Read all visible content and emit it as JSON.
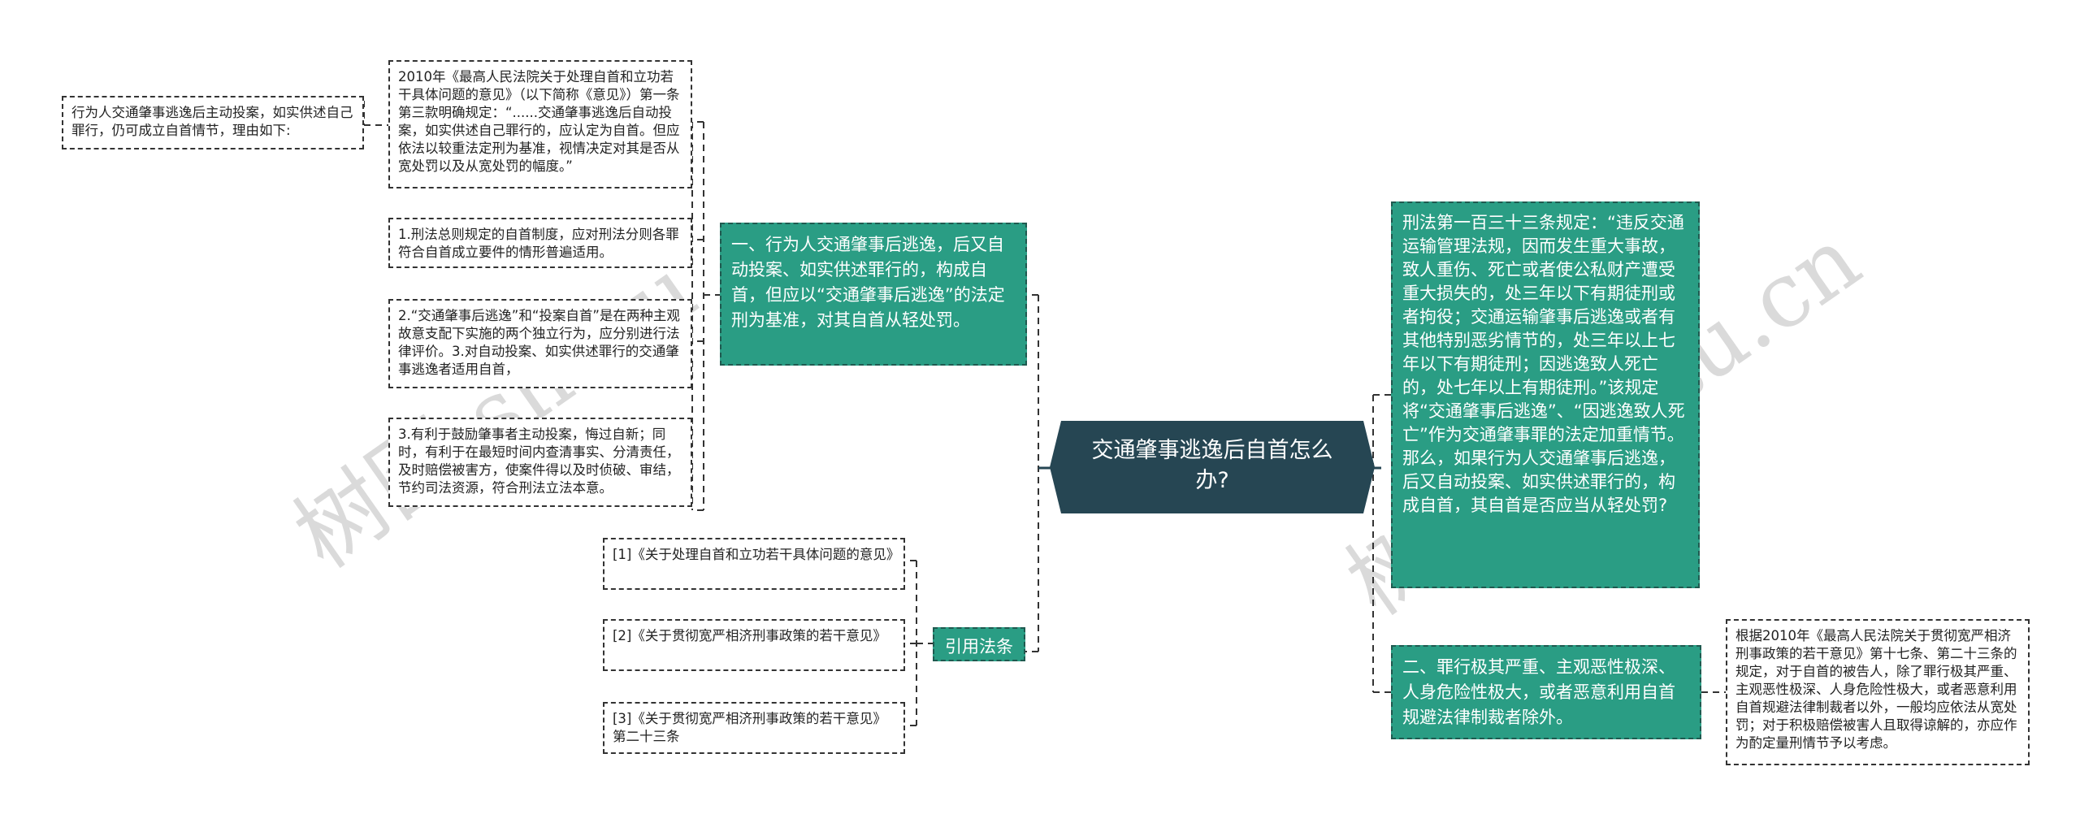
{
  "colors": {
    "root_bg": "#264653",
    "branch_bg": "#2a9d84",
    "branch_border": "#1f5a50",
    "leaf_border": "#333333",
    "line": "#333333"
  },
  "root": {
    "title": "交通肇事逃逸后自首怎么办?"
  },
  "left": {
    "branch1": {
      "text": "一、行为人交通肇事后逃逸，后又自动投案、如实供述罪行的，构成自首，但应以“交通肇事后逃逸”的法定刑为基准，对其自首从轻处罚。",
      "intro": "行为人交通肇事逃逸后主动投案，如实供述自己罪行，仍可成立自首情节，理由如下:",
      "children": [
        "2010年《最高人民法院关于处理自首和立功若干具体问题的意见》（以下简称《意见》）第一条第三款明确规定：“......交通肇事逃逸后自动投案，如实供述自己罪行的，应认定为自首。但应依法以较重法定刑为基准，视情决定对其是否从宽处罚以及从宽处罚的幅度。”",
        "1.刑法总则规定的自首制度，应对刑法分则各罪符合自首成立要件的情形普遍适用。",
        "2.“交通肇事后逃逸”和“投案自首”是在两种主观故意支配下实施的两个独立行为，应分别进行法律评价。3.对自动投案、如实供述罪行的交通肇事逃逸者适用自首，",
        "3.有利于鼓励肇事者主动投案，悔过自新；同时，有利于在最短时间内查清事实、分清责任，及时赔偿被害方，使案件得以及时侦破、审结，节约司法资源，符合刑法立法本意。"
      ]
    },
    "references": {
      "label": "引用法条",
      "items": [
        "[1]《关于处理自首和立功若干具体问题的意见》",
        "[2]《关于贯彻宽严相济刑事政策的若干意见》",
        "[3]《关于贯彻宽严相济刑事政策的若干意见》 第二十三条"
      ]
    }
  },
  "right": {
    "branch1": {
      "text": "刑法第一百三十三条规定：“违反交通运输管理法规，因而发生重大事故，致人重伤、死亡或者使公私财产遭受重大损失的，处三年以下有期徒刑或者拘役；交通运输肇事后逃逸或者有其他特别恶劣情节的，处三年以上七年以下有期徒刑；因逃逸致人死亡的，处七年以上有期徒刑。”该规定将“交通肇事后逃逸”、“因逃逸致人死亡”作为交通肇事罪的法定加重情节。那么，如果行为人交通肇事后逃逸，后又自动投案、如实供述罪行的，构成自首，其自首是否应当从轻处罚?"
    },
    "branch2": {
      "text": "二、罪行极其严重、主观恶性极深、人身危险性极大，或者恶意利用自首规避法律制裁者除外。",
      "child": "根据2010年《最高人民法院关于贯彻宽严相济刑事政策的若干意见》第十七条、第二十三条的规定，对于自首的被告人，除了罪行极其严重、主观恶性极深、人身危险性极大，或者恶意利用自首规避法律制裁者以外，一般均应依法从宽处罚；对于积极赔偿被害人且取得谅解的，亦应作为酌定量刑情节予以考虑。"
    }
  },
  "watermarks": [
    "树图 shutu",
    "树图 shutu.cn"
  ]
}
